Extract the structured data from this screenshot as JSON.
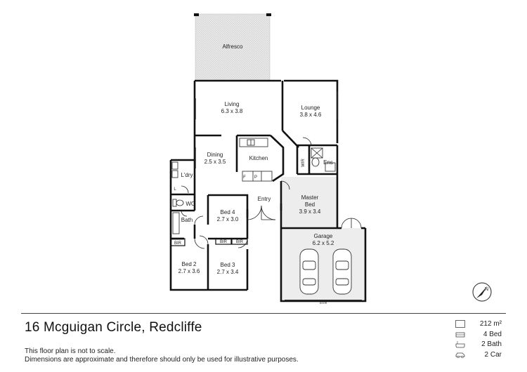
{
  "plan": {
    "rooms": {
      "alfresco": {
        "name": "Alfresco"
      },
      "living": {
        "name": "Living",
        "dims": "6.3 x 3.8"
      },
      "lounge": {
        "name": "Lounge",
        "dims": "3.8 x 4.6"
      },
      "dining": {
        "name": "Dining",
        "dims": "2.5 x 3.5"
      },
      "kitchen": {
        "name": "Kitchen"
      },
      "laundry": {
        "name": "L'dry"
      },
      "wc": {
        "name": "WC"
      },
      "bath": {
        "name": "Bath"
      },
      "bed4": {
        "name": "Bed 4",
        "dims": "2.7 x 3.0"
      },
      "entry": {
        "name": "Entry"
      },
      "master": {
        "name": "Master\nBed",
        "line1": "Master",
        "line2": "Bed",
        "dims": "3.9 x 3.4"
      },
      "wir": {
        "name": "WIR"
      },
      "ens": {
        "name": "Ens"
      },
      "garage": {
        "name": "Garage",
        "dims": "6.2 x 5.2"
      },
      "bed2": {
        "name": "Bed 2",
        "dims": "2.7 x 3.6"
      },
      "bed3": {
        "name": "Bed 3",
        "dims": "2.7 x 3.4"
      }
    },
    "small_labels": {
      "bir1": "BIR",
      "bir2": "BIR",
      "bir3": "BIR",
      "fridge": "F",
      "pantry": "P",
      "linen": "L",
      "door": "DOOR"
    }
  },
  "footer": {
    "address": "16 Mcguigan Circle, Redcliffe",
    "disclaimer_line1": "This floor plan is not to scale.",
    "disclaimer_line2": "Dimensions are approximate and therefore should only be used for illustrative purposes.",
    "stats": {
      "area": "212 m²",
      "beds": "4 Bed",
      "baths": "2 Bath",
      "cars": "2 Car"
    }
  },
  "icons": {
    "compass": "north-arrow-icon",
    "area": "area-icon",
    "bed": "bed-icon",
    "bath": "bath-icon",
    "car": "car-icon"
  }
}
